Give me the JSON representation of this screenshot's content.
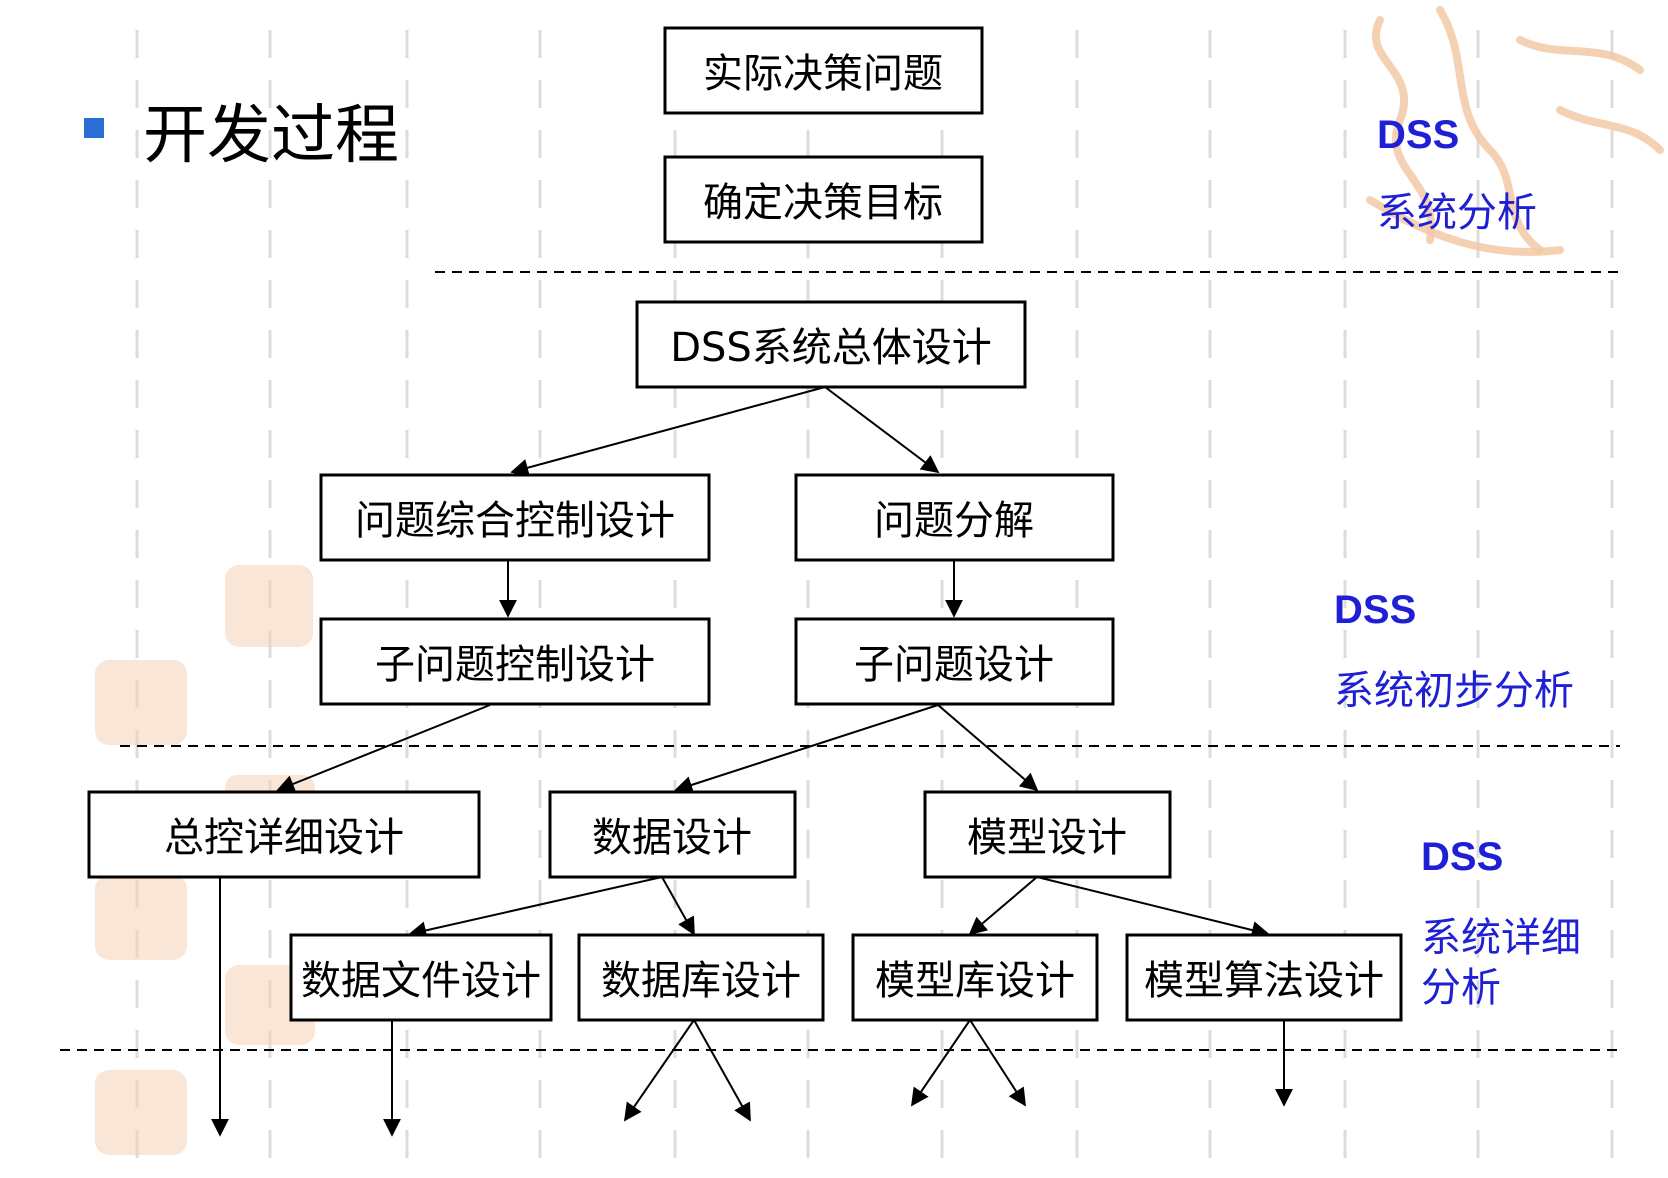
{
  "heading": {
    "text": "开发过程",
    "bullet_color": "#2a6fd6"
  },
  "nodes": {
    "actual_problem": "实际决策问题",
    "decision_goal": "确定决策目标",
    "overall_design": "DSS系统总体设计",
    "integrated_control": "问题综合控制设计",
    "decomposition": "问题分解",
    "sub_control": "子问题控制设计",
    "sub_design": "子问题设计",
    "master_control": "总控详细设计",
    "data_design": "数据设计",
    "model_design": "模型设计",
    "data_file": "数据文件设计",
    "database": "数据库设计",
    "model_base": "模型库设计",
    "model_algorithm": "模型算法设计"
  },
  "phases": [
    {
      "title": "DSS",
      "subtitle": "系统分析"
    },
    {
      "title": "DSS",
      "subtitle": "系统初步分析"
    },
    {
      "title": "DSS",
      "subtitle_line1": "系统详细",
      "subtitle_line2": "分析"
    }
  ],
  "colors": {
    "phase_text": "#1f1fd6",
    "seal": "#f3c9a6"
  }
}
